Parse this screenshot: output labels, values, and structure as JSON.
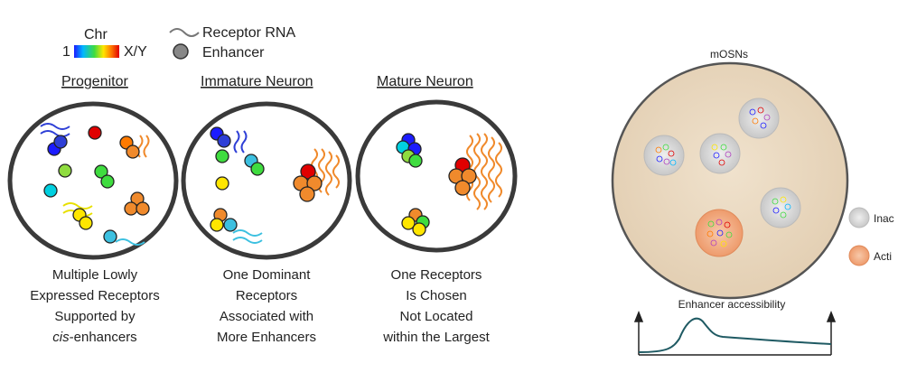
{
  "legend": {
    "chr_title": "Chr",
    "chr_start": "1",
    "chr_end": "X/Y",
    "receptor_rna": "Receptor RNA",
    "enhancer": "Enhancer"
  },
  "stages": [
    {
      "title": "Progenitor",
      "caption_lines": [
        "Multiple Lowly",
        "Expressed Receptors",
        "Supported by",
        "-enhancers"
      ],
      "caption_italic_prefix": "cis"
    },
    {
      "title": "Immature Neuron",
      "caption_lines": [
        "One Dominant",
        "Receptors",
        "Associated with",
        "More Enhancers"
      ]
    },
    {
      "title": "Mature Neuron",
      "caption_lines": [
        "One Receptors",
        "Is Chosen",
        "Not Located",
        "within the Largest"
      ]
    }
  ],
  "panel_right": {
    "title": "mOSNs",
    "axis_label": "Enhancer accessibility",
    "legend_inactive": "Inac",
    "legend_active": "Acti"
  },
  "colors": {
    "nucleus_stroke": "#3a3a3a",
    "mosn_fill": "#e8d6bd",
    "inactive_hub": "#d9d9d9",
    "active_hub": "#f0b08a",
    "curve": "#1f5a63",
    "chr_gradient": [
      "#1c1cff",
      "#00b7ff",
      "#3fdc3f",
      "#ffe600",
      "#ff7a00",
      "#e00000"
    ],
    "rna_orange": "#f08a2c",
    "rna_blue": "#2e3fd6",
    "rna_cyan": "#3cc0e0",
    "rna_yellow": "#e8e000"
  }
}
